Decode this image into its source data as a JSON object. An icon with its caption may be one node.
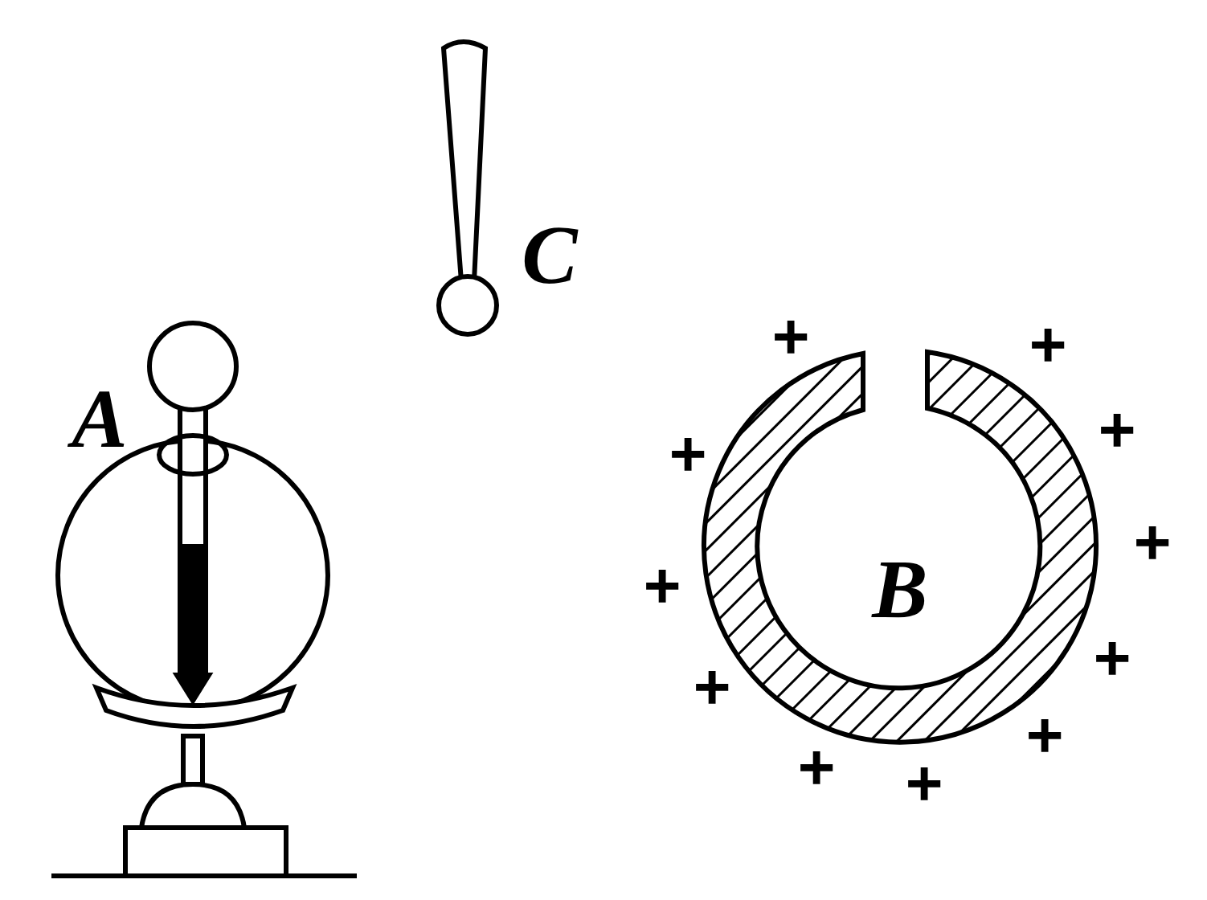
{
  "diagram": {
    "labels": [
      "C",
      "+",
      "+",
      "A",
      "+",
      "+",
      "+",
      "+",
      "B",
      "+",
      "+",
      "+",
      "+",
      "+"
    ]
  }
}
